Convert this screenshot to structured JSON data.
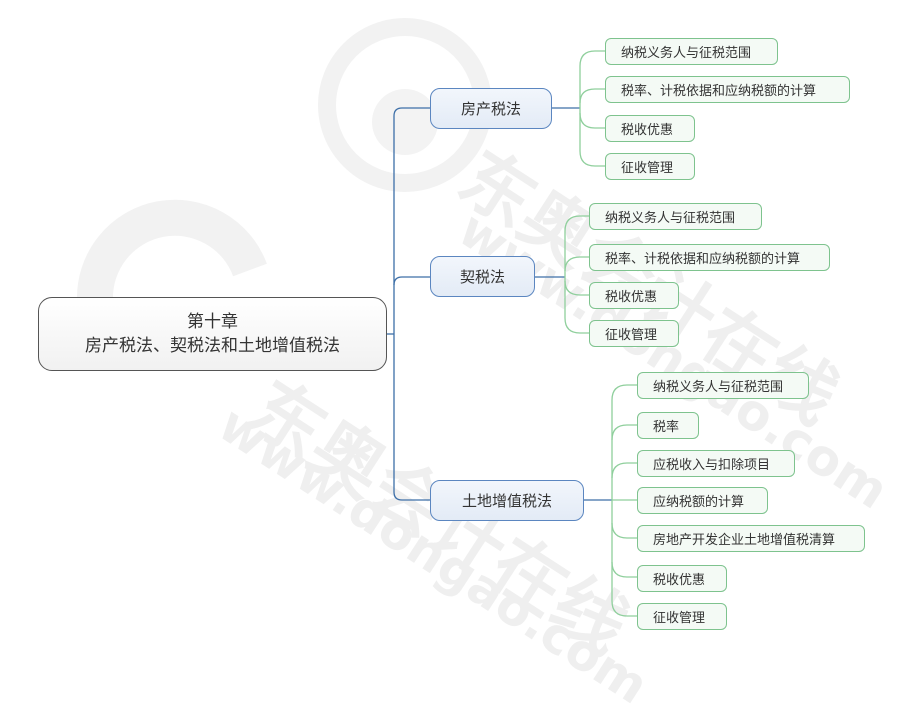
{
  "diagram": {
    "type": "mindmap",
    "colors": {
      "root_border": "#555555",
      "level1_border": "#5b86c0",
      "level1_fill": "#e8eef8",
      "level1_connector": "#3d6fa8",
      "level2_border": "#7ec38e",
      "level2_fill": "#f4faf5",
      "level2_connector": "#8fcf9c"
    },
    "root": {
      "line1": "第十章",
      "line2": "房产税法、契税法和土地增值税法"
    },
    "branches": [
      {
        "label": "房产税法",
        "children": [
          {
            "label": "纳税义务人与征税范围"
          },
          {
            "label": "税率、计税依据和应纳税额的计算"
          },
          {
            "label": "税收优惠"
          },
          {
            "label": "征收管理"
          }
        ]
      },
      {
        "label": "契税法",
        "children": [
          {
            "label": "纳税义务人与征税范围"
          },
          {
            "label": "税率、计税依据和应纳税额的计算"
          },
          {
            "label": "税收优惠"
          },
          {
            "label": "征收管理"
          }
        ]
      },
      {
        "label": "土地增值税法",
        "children": [
          {
            "label": "纳税义务人与征税范围"
          },
          {
            "label": "税率"
          },
          {
            "label": "应税收入与扣除项目"
          },
          {
            "label": "应纳税额的计算"
          },
          {
            "label": "房地产开发企业土地增值税清算"
          },
          {
            "label": "税收优惠"
          },
          {
            "label": "征收管理"
          }
        ]
      }
    ]
  },
  "watermark": {
    "brand": "东奥会计在线",
    "url": "www.dongao.com"
  }
}
